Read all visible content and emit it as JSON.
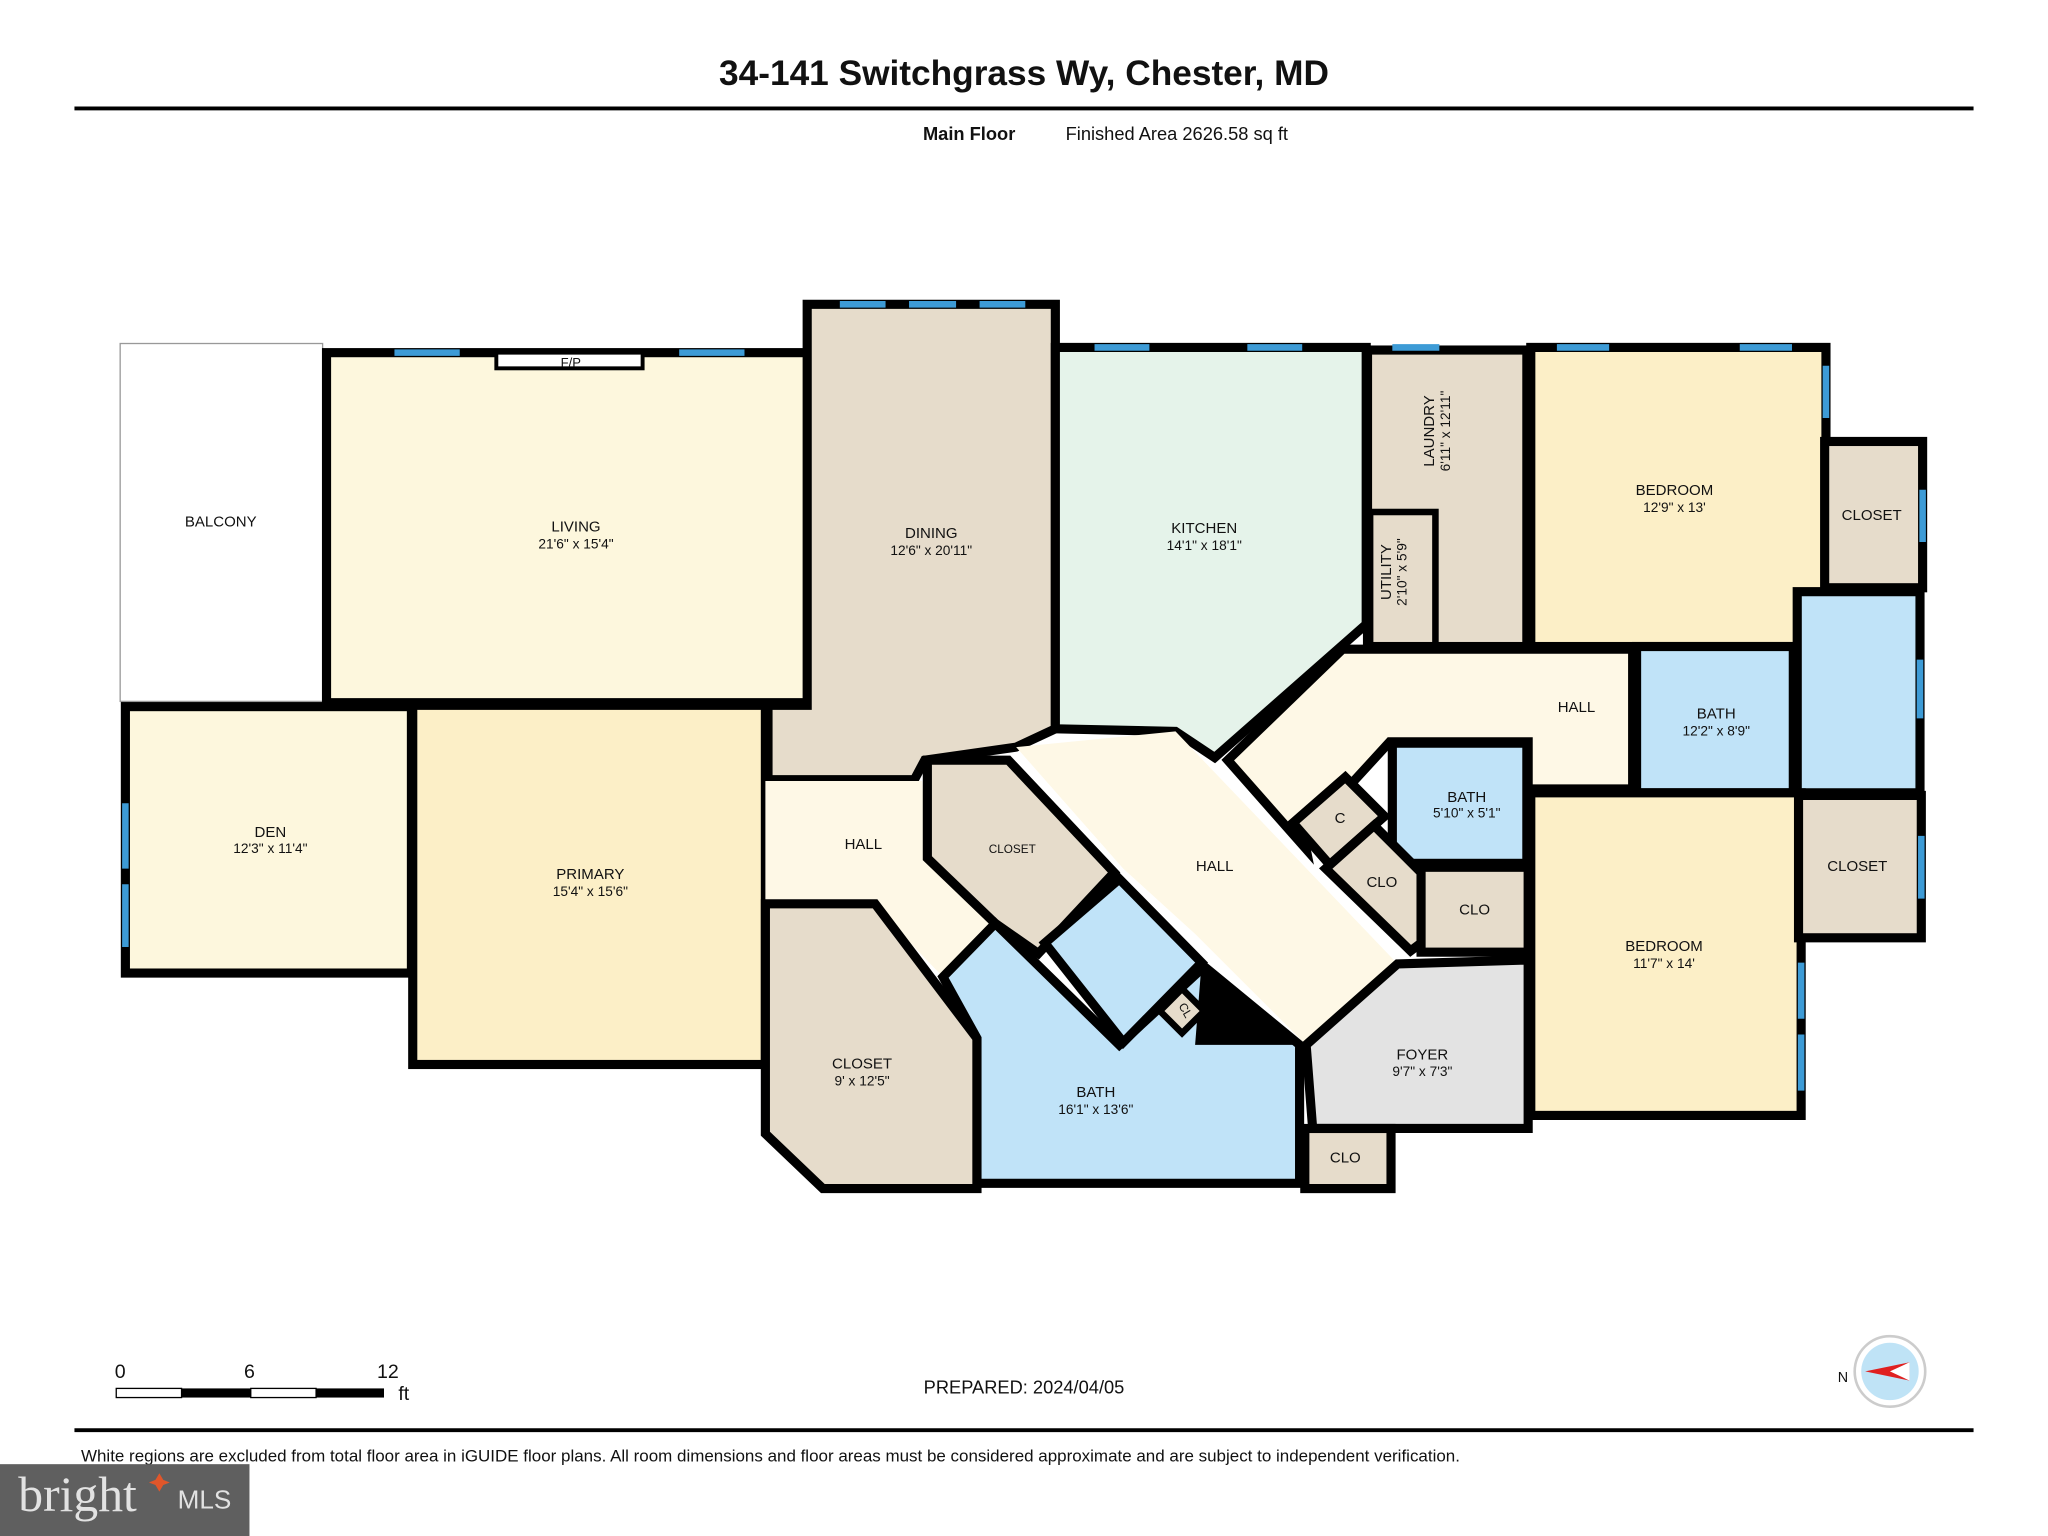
{
  "header": {
    "title": "34-141 Switchgrass Wy, Chester, MD",
    "floor_label": "Main Floor",
    "finished_area": "Finished Area 2626.58 sq ft"
  },
  "rooms": [
    {
      "name": "BALCONY",
      "dims": ""
    },
    {
      "name": "LIVING",
      "dims": "21'6\" x 15'4\""
    },
    {
      "name": "DINING",
      "dims": "12'6\" x 20'11\""
    },
    {
      "name": "KITCHEN",
      "dims": "14'1\" x 18'1\""
    },
    {
      "name": "LAUNDRY",
      "dims": "6'11\" x 12'11\""
    },
    {
      "name": "UTILITY",
      "dims": "2'10\" x 5'9\""
    },
    {
      "name": "BEDROOM",
      "dims": "12'9\" x 13'"
    },
    {
      "name": "CLOSET",
      "dims": ""
    },
    {
      "name": "HALL",
      "dims": ""
    },
    {
      "name": "BATH",
      "dims": "12'2\" x 8'9\""
    },
    {
      "name": "DEN",
      "dims": "12'3\" x 11'4\""
    },
    {
      "name": "PRIMARY",
      "dims": "15'4\" x 15'6\""
    },
    {
      "name": "HALL",
      "dims": ""
    },
    {
      "name": "CLOSET",
      "dims": ""
    },
    {
      "name": "HALL",
      "dims": ""
    },
    {
      "name": "BATH",
      "dims": "5'10\" x 5'1\""
    },
    {
      "name": "C",
      "dims": ""
    },
    {
      "name": "CLO",
      "dims": ""
    },
    {
      "name": "CLO",
      "dims": ""
    },
    {
      "name": "CLOSET",
      "dims": "9' x 12'5\""
    },
    {
      "name": "BATH",
      "dims": "16'1\" x 13'6\""
    },
    {
      "name": "CL",
      "dims": ""
    },
    {
      "name": "FOYER",
      "dims": "9'7\" x 7'3\""
    },
    {
      "name": "CLO",
      "dims": ""
    },
    {
      "name": "BEDROOM",
      "dims": "11'7\" x 14'"
    },
    {
      "name": "CLOSET",
      "dims": ""
    }
  ],
  "fireplace_label": "F/P",
  "scale_bar": {
    "ticks": [
      "0",
      "6",
      "12"
    ],
    "unit": "ft"
  },
  "prepared": "PREPARED: 2024/04/05",
  "compass": {
    "label": "N",
    "icon": "compass-icon"
  },
  "disclaimer": "White regions are excluded from total floor area in iGUIDE floor plans. All room dimensions and floor areas must be considered approximate and are subject to independent verification.",
  "watermark": {
    "text": "bright MLS"
  },
  "colors": {
    "living": "#fdf7dd",
    "bedroom": "#fcefc7",
    "service": "#e6dccb",
    "kitchen": "#e5f3ea",
    "bath": "#c0e3f8",
    "foyer": "#e3e3e3",
    "window": "#3d9bd6"
  }
}
